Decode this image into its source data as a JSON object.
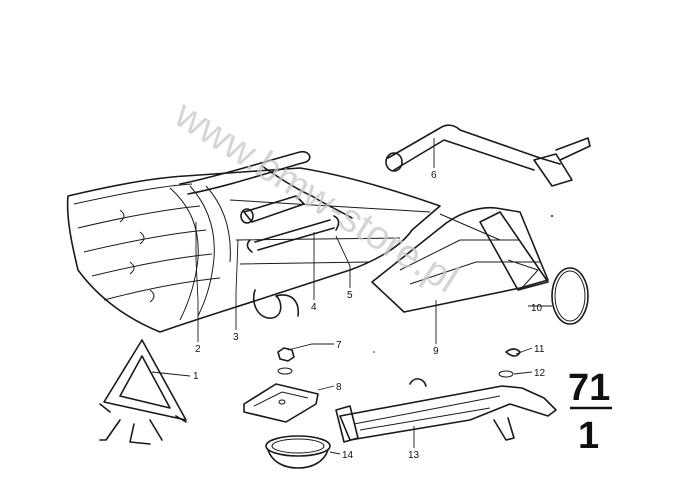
{
  "diagram": {
    "watermark": "www.bmw-store.pl",
    "group_number_top": "71",
    "group_number_bottom": "1",
    "callouts": [
      "1",
      "2",
      "3",
      "4",
      "5",
      "6",
      "7",
      "8",
      "9",
      "10",
      "11",
      "12",
      "13",
      "14"
    ]
  }
}
